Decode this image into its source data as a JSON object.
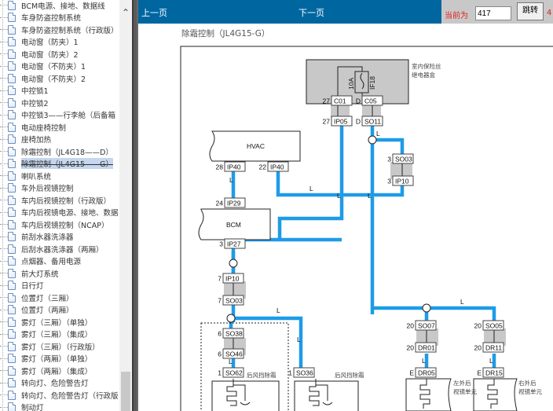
{
  "sidebar": {
    "items": [
      {
        "label": "BCM电源、接地、数据线"
      },
      {
        "label": "车身防盗控制系统"
      },
      {
        "label": "车身防盗控制系统（行政版）"
      },
      {
        "label": "电动窗（防夹）1"
      },
      {
        "label": "电动窗（防夹）2"
      },
      {
        "label": "电动窗（不防夹）1"
      },
      {
        "label": "电动窗（不防夹）2"
      },
      {
        "label": "中控锁1"
      },
      {
        "label": "中控锁2"
      },
      {
        "label": "中控锁3——行李舱（后备箱"
      },
      {
        "label": "电动座椅控制"
      },
      {
        "label": "座椅加热"
      },
      {
        "label": "除霜控制（JL4G18——D）"
      },
      {
        "label": "除霜控制（JL4G15——G）",
        "selected": true
      },
      {
        "label": "喇叭系统"
      },
      {
        "label": "车外后视镜控制"
      },
      {
        "label": "车内后视镜控制（行政版）"
      },
      {
        "label": "车内后视镜电源、接地、数据"
      },
      {
        "label": "车内后视镜控制（NCAP）"
      },
      {
        "label": "前刮水器洗涤器"
      },
      {
        "label": "后刮水器洗涤器（两厢）"
      },
      {
        "label": "点烟器、备用电源"
      },
      {
        "label": "前大灯系统"
      },
      {
        "label": "日行灯"
      },
      {
        "label": "位置灯（三厢）"
      },
      {
        "label": "位置灯（两厢）"
      },
      {
        "label": "雾灯（三厢）（单独）"
      },
      {
        "label": "雾灯（三厢）（集成）"
      },
      {
        "label": "雾灯（三厢）（行政版）"
      },
      {
        "label": "雾灯（两厢）（单独）"
      },
      {
        "label": "雾灯（两厢）（集成）"
      },
      {
        "label": "转向灯、危险警告灯"
      },
      {
        "label": "转向灯、危险警告灯（行政版"
      },
      {
        "label": "制动灯"
      }
    ]
  },
  "toolbar": {
    "prev_label": "上一页",
    "next_label": "下一页",
    "current_label": "当前为",
    "page_value": "417",
    "jump_label": "跳转",
    "total_fragment": "4"
  },
  "diagram": {
    "title": "除霜控制（JL4G15-G）",
    "fuse_box_label_1": "室内保险丝",
    "fuse_box_label_2": "继电器盒",
    "fuse_rating": "10A",
    "fuse_id": "IF18",
    "wire_color": "L",
    "colors": {
      "wire": "#1e9be8",
      "box_fill": "#c8c8c8",
      "title_bar": "#0066a0",
      "alert": "#e02020"
    },
    "modules": {
      "hvac": "HVAC",
      "bcm": "BCM"
    },
    "connectors": [
      {
        "id": "C01",
        "pin": "27"
      },
      {
        "id": "C05",
        "pin": "D"
      },
      {
        "id": "IP05",
        "pin": "27"
      },
      {
        "id": "SO11",
        "pin": "D"
      },
      {
        "id": "SO03",
        "pin": "3"
      },
      {
        "id": "IP10",
        "pin": "3"
      },
      {
        "id": "IP40",
        "pin": "28"
      },
      {
        "id": "IP40",
        "pin": "22"
      },
      {
        "id": "IP29",
        "pin": "24"
      },
      {
        "id": "IP27",
        "pin": "3"
      },
      {
        "id": "IP10",
        "pin": "7"
      },
      {
        "id": "SO03",
        "pin": "7"
      },
      {
        "id": "SO38",
        "pin": "6"
      },
      {
        "id": "SO46",
        "pin": "6"
      },
      {
        "id": "SO62",
        "pin": "1"
      },
      {
        "id": "SO36",
        "pin": "1"
      },
      {
        "id": "SO07",
        "pin": "20"
      },
      {
        "id": "DR01",
        "pin": "20"
      },
      {
        "id": "DR05",
        "pin": "E"
      },
      {
        "id": "SO05",
        "pin": "20"
      },
      {
        "id": "DR11",
        "pin": "20"
      },
      {
        "id": "DR15",
        "pin": "E"
      }
    ],
    "loads": {
      "rear_defrost_1": "后风挡除霜",
      "rear_defrost_2": "后风挡除霜",
      "left_mirror_1": "左外后",
      "left_mirror_2": "视镜单元",
      "right_mirror_1": "右外后",
      "right_mirror_2": "视镜单元"
    }
  }
}
